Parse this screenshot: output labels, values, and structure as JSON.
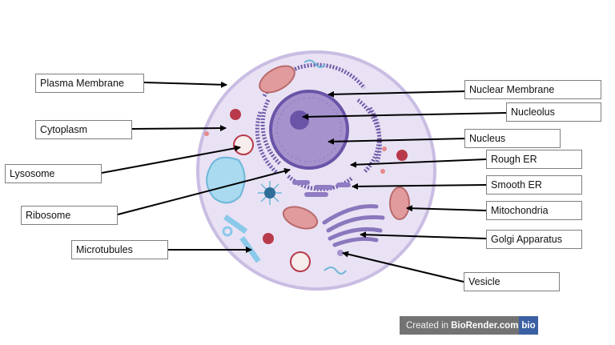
{
  "labels": [
    "Plasma Membrane",
    "Cytoplasm",
    "Lysosome",
    "Ribosome",
    "Microtubules",
    "Nuclear Membrane",
    "Nucleolus",
    "Nucleus",
    "Rough ER",
    "Smooth ER",
    "Mitochondria",
    "Golgi Apparatus",
    "Vesicle"
  ],
  "credit": {
    "prefix": "Created in",
    "brand": "BioRender.com",
    "logo": "bio"
  },
  "colors": {
    "cell_fill": "#e9e2f4",
    "cell_border": "#c9bde3",
    "nucleus": "#a693cd",
    "nucleolus": "#6a54a8",
    "er": "#6d5aa8",
    "mitochondria": "#e29b9c",
    "lysosome": "#b83a4a",
    "vacuole": "#a9daf0",
    "arrow": "#000000"
  }
}
